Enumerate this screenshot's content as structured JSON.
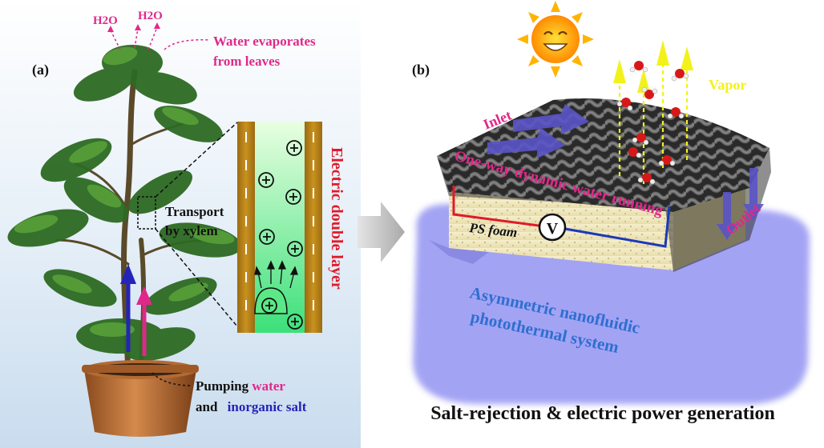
{
  "panel_a": {
    "label": "(a)",
    "h2o_label_1": "H2O",
    "h2o_label_2": "H2O",
    "evaporation_line1": "Water evaporates",
    "evaporation_line2": "from leaves",
    "transport_line1": "Transport",
    "transport_line2": "by xylem",
    "double_layer_label": "Electric double layer",
    "pumping_prefix": "Pumping ",
    "pumping_water": "water",
    "and_prefix": "and ",
    "inorganic_salt": "inorganic salt"
  },
  "panel_b": {
    "label": "(b)",
    "inlet": "Inlet",
    "vapor": "Vapor",
    "outlet": "Outlet",
    "flow_label": "One-way dynamic water running",
    "foam_label": "PS foam",
    "voltmeter": "V",
    "system_line1": "Asymmetric nanofluidic",
    "system_line2": "photothermal system"
  },
  "caption": "Salt-rejection & electric power generation",
  "colors": {
    "magenta": "#e0288a",
    "blue": "#2424b8",
    "red": "#e01a2a",
    "vapor_yellow": "#f2f21a",
    "caption": "#111111",
    "system_text": "#2f6fd0"
  }
}
